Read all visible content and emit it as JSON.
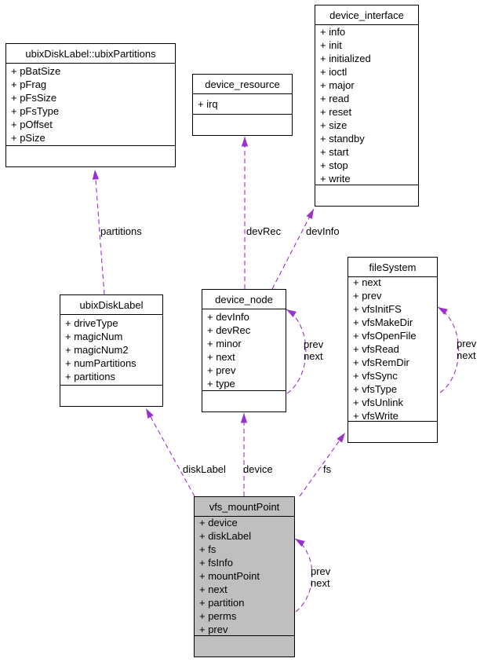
{
  "diagram": {
    "background_color": "#ffffff",
    "node_fill": "#ffffff",
    "selected_node_fill": "#bfbfbf",
    "border_color": "#000000",
    "edge_color": "#9932cc"
  },
  "classes": [
    {
      "name": "ubixDiskLabel::ubixPartitions",
      "members": [
        "+ pBatSize",
        "+ pFrag",
        "+ pFsSize",
        "+ pFsType",
        "+ pOffset",
        "+ pSize"
      ]
    },
    {
      "name": "device_resource",
      "members": [
        "+ irq"
      ]
    },
    {
      "name": "device_interface",
      "members": [
        "+ info",
        "+ init",
        "+ initialized",
        "+ ioctl",
        "+ major",
        "+ read",
        "+ reset",
        "+ size",
        "+ standby",
        "+ start",
        "+ stop",
        "+ write"
      ]
    },
    {
      "name": "ubixDiskLabel",
      "members": [
        "+ driveType",
        "+ magicNum",
        "+ magicNum2",
        "+ numPartitions",
        "+ partitions"
      ]
    },
    {
      "name": "device_node",
      "members": [
        "+ devInfo",
        "+ devRec",
        "+ minor",
        "+ next",
        "+ prev",
        "+ type"
      ]
    },
    {
      "name": "fileSystem",
      "members": [
        "+ next",
        "+ prev",
        "+ vfsInitFS",
        "+ vfsMakeDir",
        "+ vfsOpenFile",
        "+ vfsRead",
        "+ vfsRemDir",
        "+ vfsSync",
        "+ vfsType",
        "+ vfsUnlink",
        "+ vfsWrite"
      ]
    },
    {
      "name": "vfs_mountPoint",
      "members": [
        "+ device",
        "+ diskLabel",
        "+ fs",
        "+ fsInfo",
        "+ mountPoint",
        "+ next",
        "+ partition",
        "+ perms",
        "+ prev"
      ]
    }
  ],
  "edge_labels": {
    "partitions": "partitions",
    "devRec": "devRec",
    "devInfo": "devInfo",
    "diskLabel": "diskLabel",
    "device": "device",
    "fs": "fs",
    "prev": "prev",
    "next": "next"
  }
}
